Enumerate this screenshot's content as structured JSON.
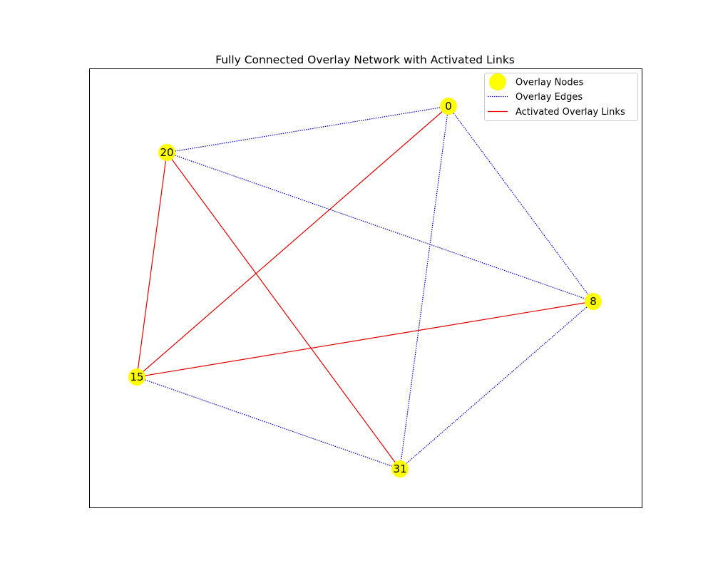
{
  "title": "Fully Connected Overlay Network with Activated Links",
  "legend": {
    "placement": "top-right",
    "entries": [
      {
        "key": "node",
        "label": "Overlay Nodes"
      },
      {
        "key": "overlay",
        "label": "Overlay Edges"
      },
      {
        "key": "activated",
        "label": "Activated Overlay Links"
      }
    ]
  },
  "colors": {
    "node_fill": "#ffff00",
    "overlay_edge": "#0000cc",
    "activated_edge": "#e00000",
    "frame": "#000000",
    "text": "#000000"
  },
  "nodes": [
    "0",
    "8",
    "15",
    "20",
    "31"
  ],
  "overlay_edges": [
    [
      "0",
      "20"
    ],
    [
      "0",
      "8"
    ],
    [
      "0",
      "31"
    ],
    [
      "20",
      "8"
    ],
    [
      "8",
      "31"
    ],
    [
      "15",
      "31"
    ]
  ],
  "activated_edges": [
    [
      "0",
      "15"
    ],
    [
      "20",
      "15"
    ],
    [
      "20",
      "31"
    ],
    [
      "15",
      "8"
    ]
  ]
}
